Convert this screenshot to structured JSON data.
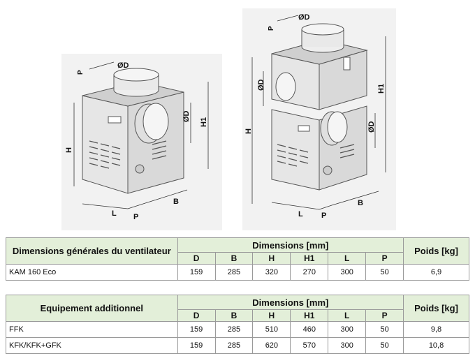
{
  "drawing_labels": {
    "left": {
      "diam": "ØD",
      "diam_outlet": "ØD",
      "p_top": "P",
      "h": "H",
      "h1": "H1",
      "l": "L",
      "p": "P",
      "b": "B"
    },
    "right": {
      "diam": "ØD",
      "diam_mid": "ØD",
      "diam_outlet": "ØD",
      "p_top": "P",
      "h": "H",
      "h1": "H1",
      "l": "L",
      "p": "P",
      "b": "B"
    }
  },
  "table1": {
    "title": "Dimensions générales du ventilateur",
    "group_header": "Dimensions [mm]",
    "weight_header": "Poids [kg]",
    "columns": [
      "D",
      "B",
      "H",
      "H1",
      "L",
      "P"
    ],
    "rows": [
      {
        "name": "KAM 160 Eco",
        "values": [
          "159",
          "285",
          "320",
          "270",
          "300",
          "50"
        ],
        "weight": "6,9"
      }
    ]
  },
  "table2": {
    "title": "Equipement additionnel",
    "group_header": "Dimensions [mm]",
    "weight_header": "Poids [kg]",
    "columns": [
      "D",
      "B",
      "H",
      "H1",
      "L",
      "P"
    ],
    "rows": [
      {
        "name": "FFK",
        "values": [
          "159",
          "285",
          "510",
          "460",
          "300",
          "50"
        ],
        "weight": "9,8"
      },
      {
        "name": "KFK/KFK+GFK",
        "values": [
          "159",
          "285",
          "620",
          "570",
          "300",
          "50"
        ],
        "weight": "10,8"
      }
    ]
  }
}
